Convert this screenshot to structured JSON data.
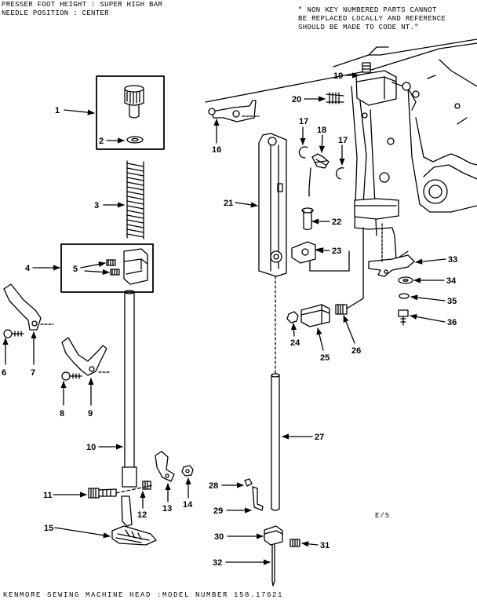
{
  "header": {
    "left_line1": "PRESSER FOOT HEIGHT : SUPER HIGH BAR",
    "left_line2": "NEEDLE POSITION : CENTER",
    "right_line1": "\" NON KEY NUMBERED PARTS CANNOT",
    "right_line2": "BE REPLACED LOCALLY AND REFERENCE",
    "right_line3": "SHOULD BE MADE TO CODE NT.\""
  },
  "footer": "KENMORE SEWING MACHINE HEAD :MODEL NUMBER 158.17621",
  "page_ref": "E/5",
  "callouts": [
    "1",
    "2",
    "3",
    "4",
    "5",
    "6",
    "7",
    "8",
    "9",
    "10",
    "11",
    "12",
    "13",
    "14",
    "15",
    "16",
    "17",
    "17",
    "18",
    "19",
    "20",
    "21",
    "22",
    "23",
    "24",
    "25",
    "26",
    "27",
    "28",
    "29",
    "30",
    "31",
    "32",
    "33",
    "34",
    "35",
    "36"
  ]
}
